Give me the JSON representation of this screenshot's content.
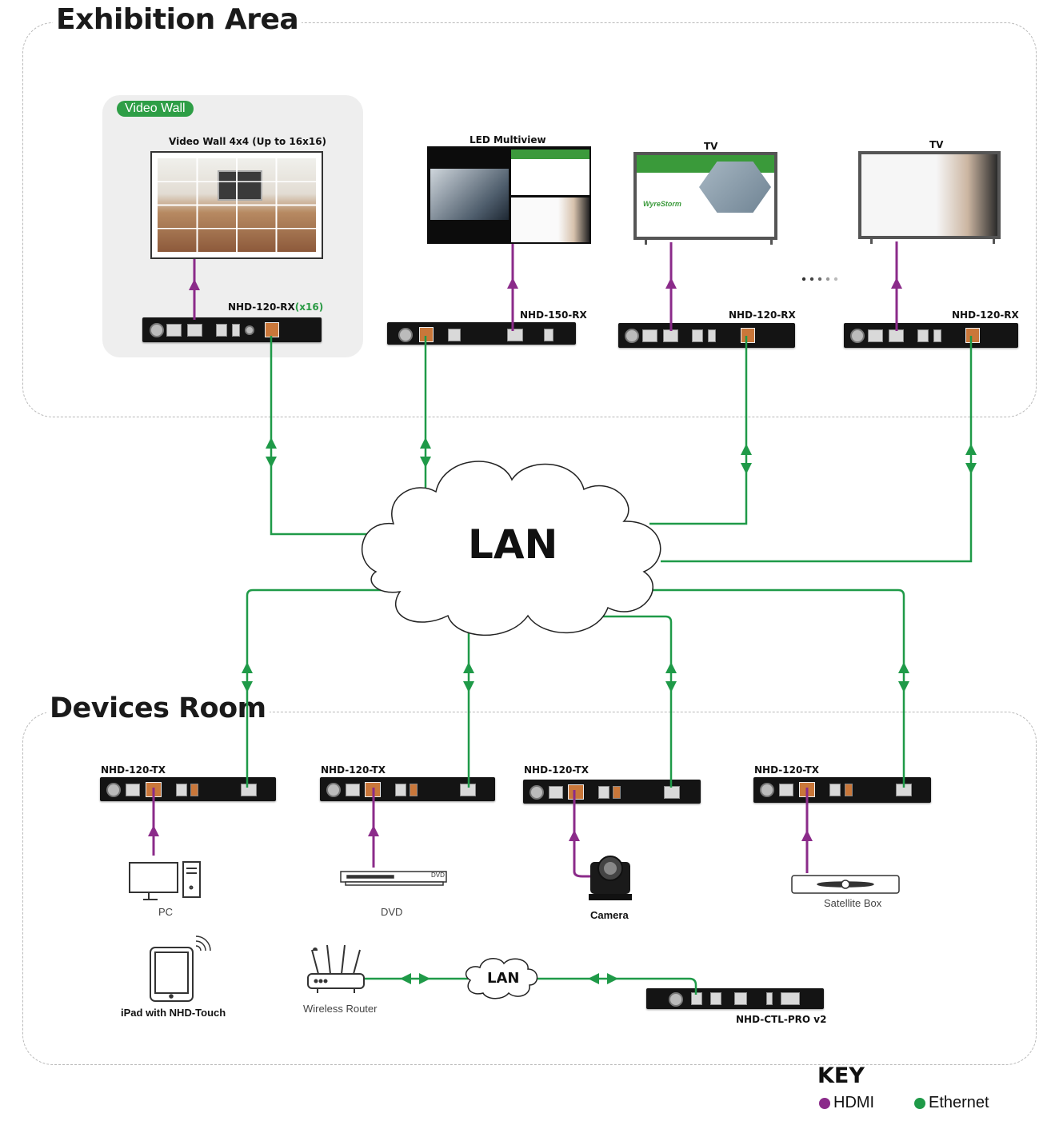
{
  "exhibition": {
    "title": "Exhibition Area"
  },
  "devices_room": {
    "title": "Devices Room"
  },
  "video_wall_panel": {
    "pill": "Video Wall",
    "title": "Video Wall 4x4 (Up to 16x16)",
    "rx_model": "NHD-120-RX",
    "rx_count": "(x16)"
  },
  "led": {
    "title": "LED Multiview",
    "rx_model": "NHD-150-RX"
  },
  "tv1": {
    "title": "TV",
    "rx_model": "NHD-120-RX"
  },
  "tv2": {
    "title": "TV",
    "rx_model": "NHD-120-RX"
  },
  "cloud_main": "LAN",
  "cloud_small": "LAN",
  "tx_units": [
    {
      "model": "NHD-120-TX",
      "source": "PC"
    },
    {
      "model": "NHD-120-TX",
      "source": "DVD"
    },
    {
      "model": "NHD-120-TX",
      "source": "Camera"
    },
    {
      "model": "NHD-120-TX",
      "source": "Satellite Box"
    }
  ],
  "dvd_tag": "DVD",
  "ipad": "iPad with NHD-Touch",
  "router": "Wireless Router",
  "controller": "NHD-CTL-PRO v2",
  "tv_brand": "WyreStorm",
  "key": {
    "title": "KEY",
    "hdmi": "HDMI",
    "ethernet": "Ethernet",
    "hdmi_color": "#8b2b8a",
    "ethernet_color": "#1f9a48"
  }
}
